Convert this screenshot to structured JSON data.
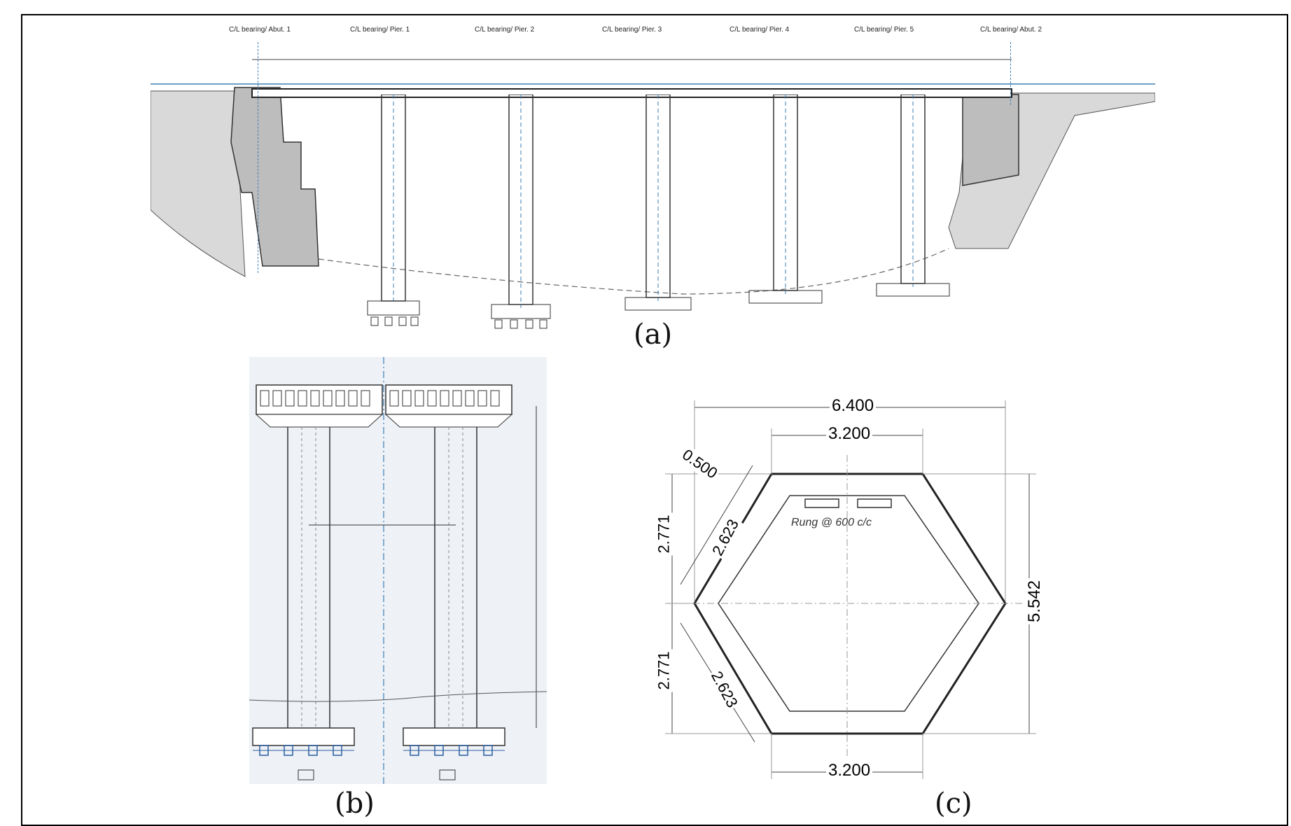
{
  "panel_a": {
    "caption": "(a)",
    "bearing_labels": [
      "C/L bearing/ Abut. 1",
      "C/L bearing/ Pier. 1",
      "C/L bearing/ Pier. 2",
      "C/L bearing/ Pier. 3",
      "C/L bearing/ Pier. 4",
      "C/L bearing/ Pier. 5",
      "C/L bearing/ Abut. 2"
    ]
  },
  "panel_b": {
    "caption": "(b)"
  },
  "panel_c": {
    "caption": "(c)",
    "dim_top_outer": "6.400",
    "dim_top_inner": "3.200",
    "dim_bottom": "3.200",
    "dim_wall": "0.500",
    "dim_upper_left": "2.771",
    "dim_lower_left": "2.771",
    "dim_upper_side": "2.623",
    "dim_lower_side": "2.623",
    "dim_right": "5.542",
    "note": "Rung @ 600 c/c"
  },
  "colors": {
    "line": "#333333",
    "fill_rock": "#c8c8c8",
    "sheet_bg": "#eef1f6",
    "accent_blue": "#2a6fb0"
  }
}
